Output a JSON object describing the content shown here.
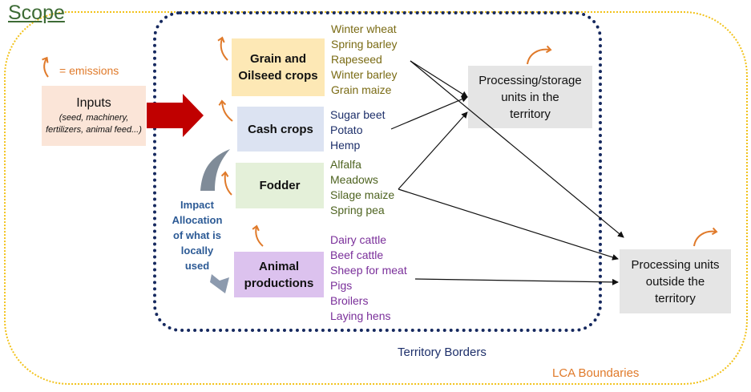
{
  "title": "Scope",
  "legend": {
    "emissions_label": "= emissions"
  },
  "inputs": {
    "title": "Inputs",
    "detail": "(seed, machinery, fertilizers, animal feed...)"
  },
  "categories": {
    "grain": {
      "label_line1": "Grain and",
      "label_line2": "Oilseed crops",
      "items": [
        "Winter wheat",
        "Spring barley",
        "Rapeseed",
        "Winter barley",
        "Grain maize"
      ]
    },
    "cash": {
      "label": "Cash crops",
      "items": [
        "Sugar beet",
        "Potato",
        "Hemp"
      ]
    },
    "fodder": {
      "label": "Fodder",
      "items": [
        "Alfalfa",
        "Meadows",
        "Silage maize",
        "Spring pea"
      ]
    },
    "animal": {
      "label_line1": "Animal",
      "label_line2": "productions",
      "items": [
        "Dairy cattle",
        "Beef cattle",
        "Sheep for meat",
        "Pigs",
        "Broilers",
        "Laying hens"
      ]
    }
  },
  "impact_text": [
    "Impact",
    "Allocation",
    "of what is",
    "locally",
    "used"
  ],
  "processing_territory": [
    "Processing/storage",
    "units in the",
    "territory"
  ],
  "processing_outside": [
    "Processing units",
    "outside the",
    "territory"
  ],
  "territory_label": "Territory Borders",
  "lca_label": "LCA Boundaries",
  "colors": {
    "emission_arrow": "#e07a2a",
    "input_arrow": "#c00000",
    "territory_border": "#16295f",
    "lca_border": "#f2c21a"
  }
}
